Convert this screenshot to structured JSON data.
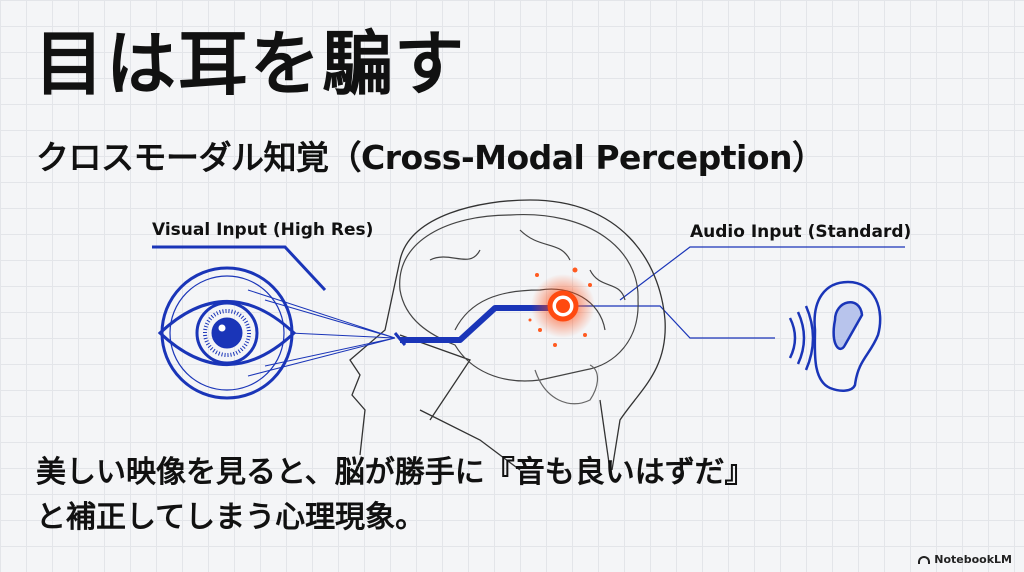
{
  "title": "目は耳を騙す",
  "subtitle": "クロスモーダル知覚（Cross-Modal Perception）",
  "labels": {
    "visual": "Visual Input (High Res)",
    "audio": "Audio Input (Standard)"
  },
  "body": {
    "line1": "美しい映像を見ると、脳が勝手に『音も良いはずだ』",
    "line2": "と補正してしまう心理現象。"
  },
  "brand": "NotebookLM",
  "colors": {
    "accent_blue": "#1a35b8",
    "highlight_orange": "#ff4a10",
    "text": "#111111"
  }
}
